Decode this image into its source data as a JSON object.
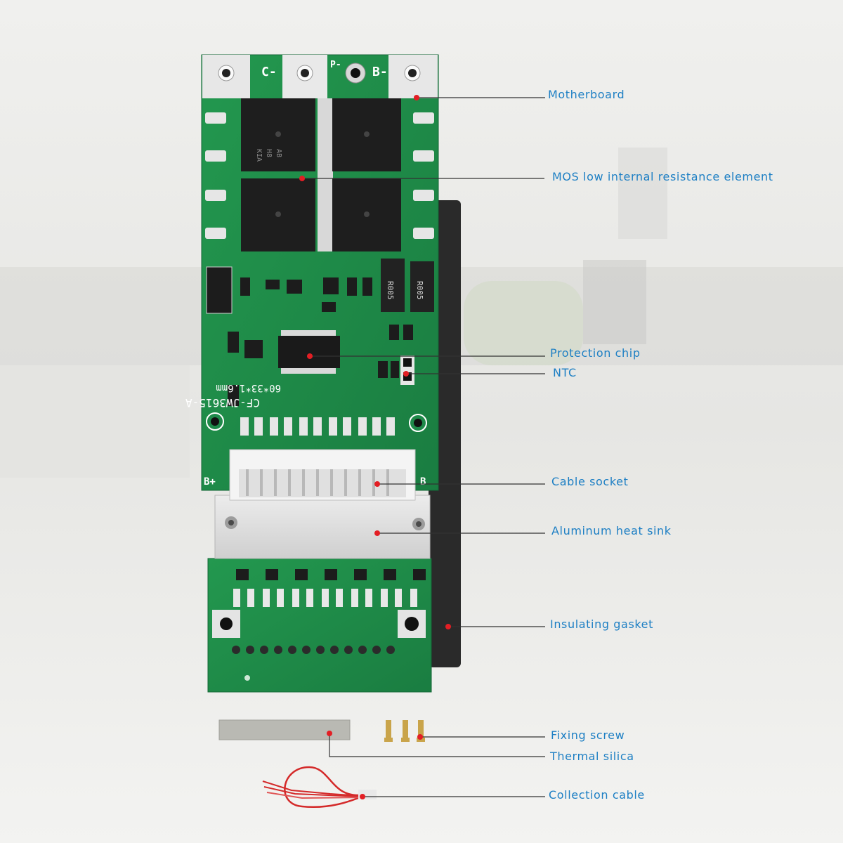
{
  "board": {
    "terminals": [
      "C-",
      "P-",
      "B-"
    ],
    "mosfet_marking": [
      "KIA",
      "H8",
      "AB"
    ],
    "sense_resistors": [
      "R005",
      "R005"
    ],
    "silkscreen_model": "CF-JW3615-A",
    "silkscreen_size": "60*33*1.6mm",
    "connector_left": "B+",
    "connector_right": "B"
  },
  "callouts": [
    {
      "id": "motherboard",
      "label": "Motherboard"
    },
    {
      "id": "mos",
      "label": "MOS low internal resistance element"
    },
    {
      "id": "protection-chip",
      "label": "Protection chip"
    },
    {
      "id": "ntc",
      "label": "NTC"
    },
    {
      "id": "cable-socket",
      "label": "Cable socket"
    },
    {
      "id": "heat-sink",
      "label": "Aluminum heat sink"
    },
    {
      "id": "gasket",
      "label": "Insulating gasket"
    },
    {
      "id": "fixing-screw",
      "label": "Fixing screw"
    },
    {
      "id": "thermal-silica",
      "label": "Thermal silica"
    },
    {
      "id": "collection-cable",
      "label": "Collection cable"
    }
  ],
  "colors": {
    "label": "#1d7fc4",
    "dot": "#e31e24",
    "pcb": "#1f8a4a",
    "pcb_dark": "#136636",
    "gasket": "#2a2a2a",
    "heat_sink": "#dcdcdc",
    "wire": "#d42a2a"
  }
}
